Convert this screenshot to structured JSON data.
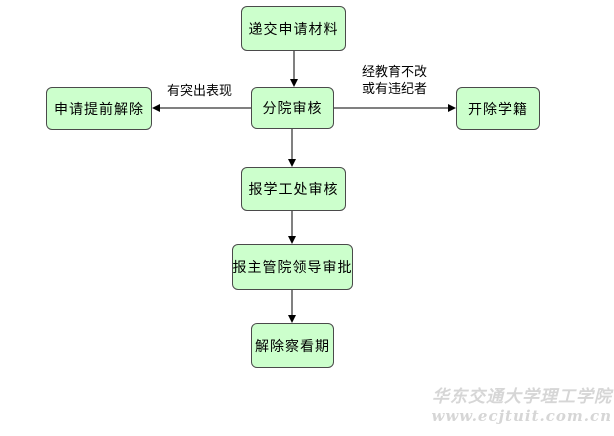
{
  "nodes": {
    "submit": "递交申请材料",
    "college_review": "分院审核",
    "apply_cancel": "申请提前解除",
    "expel": "开除学籍",
    "student_affairs": "报学工处审核",
    "leader_approval": "报主管院领导审批",
    "end_probation": "解除察看期"
  },
  "edge_labels": {
    "outstanding": "有突出表现",
    "unreformed_line1": "经教育不改",
    "unreformed_line2": "或有违纪者"
  },
  "watermark": {
    "title": "华东交通大学理工学院",
    "url": "www.ecjtuit.com.cn"
  }
}
